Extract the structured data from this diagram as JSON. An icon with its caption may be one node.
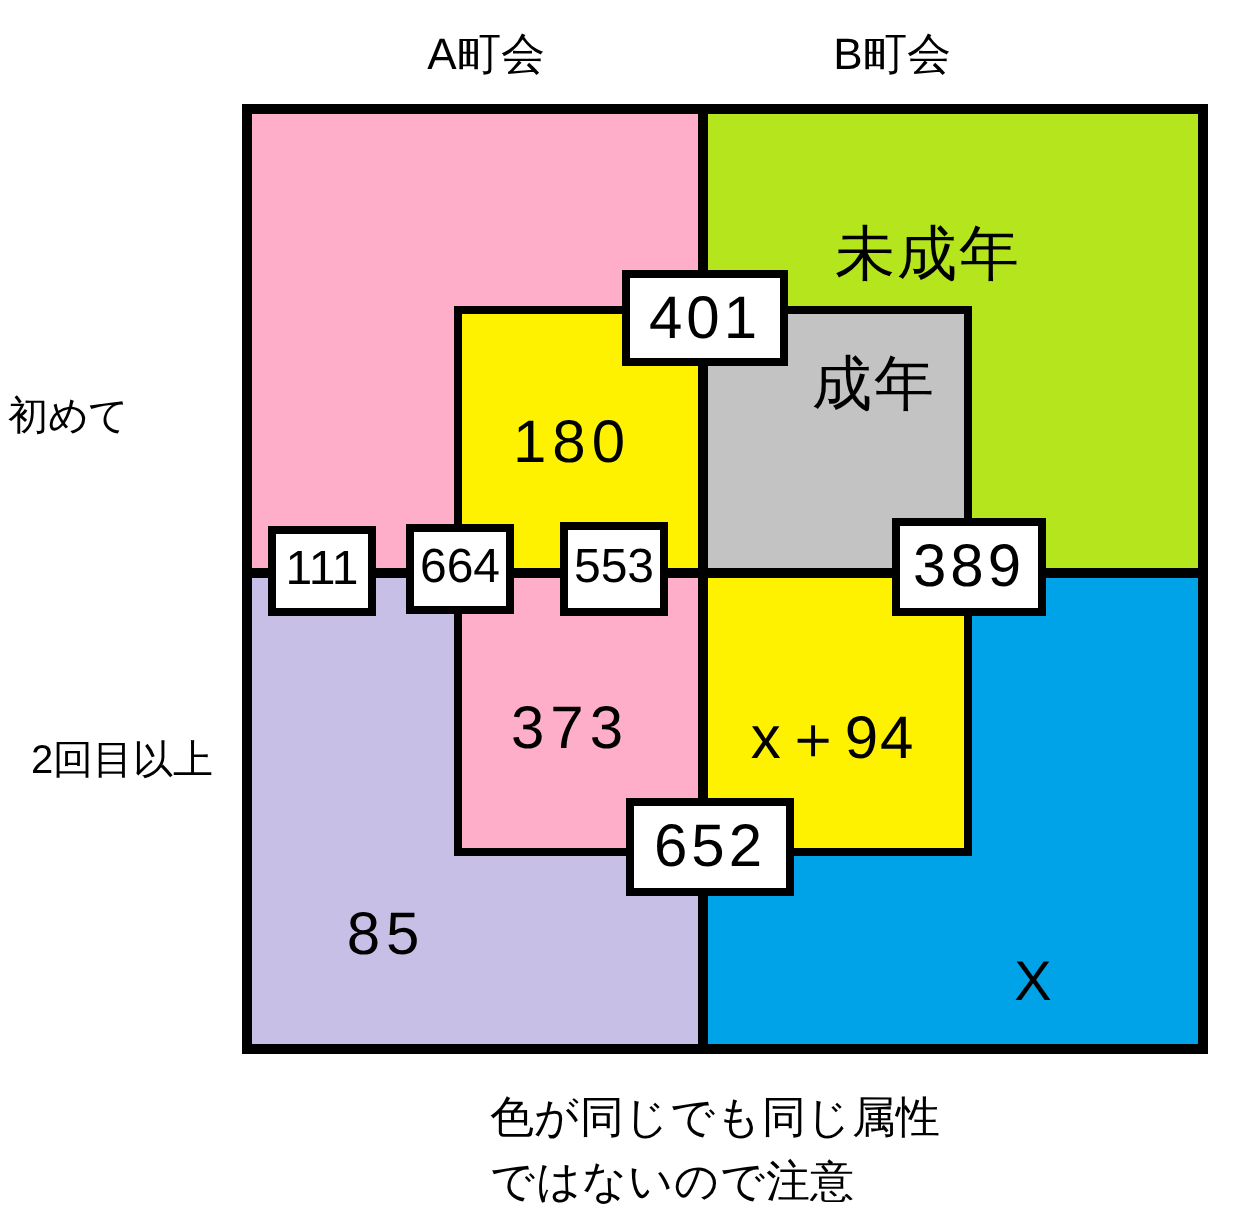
{
  "diagram": {
    "caption": "色が同じでも同じ属性ではないので注意",
    "nodes": [
      {
        "text": [],
        "shape": "box"
      },
      {
        "text": [
          "未成年"
        ]
      },
      {
        "text": [
          "401"
        ]
      },
      {
        "text": [
          "180"
        ],
        "in": 0
      },
      {
        "text": [
          "成年"
        ],
        "in": 1
      },
      {
        "text": [
          "111"
        ]
      },
      {
        "text": [
          "664"
        ]
      },
      {
        "text": [
          "553"
        ]
      },
      {
        "text": [
          "389"
        ]
      },
      {
        "text": [
          "85"
        ]
      },
      {
        "text": [
          "X"
        ]
      },
      {
        "text": [
          "373"
        ],
        "in": 9
      },
      {
        "text": [
          "x＋94"
        ],
        "in": 10
      },
      {
        "text": [
          "652"
        ]
      }
    ],
    "labels": [
      "A町会",
      "B町会",
      "初めて",
      "2回目以上"
    ]
  }
}
